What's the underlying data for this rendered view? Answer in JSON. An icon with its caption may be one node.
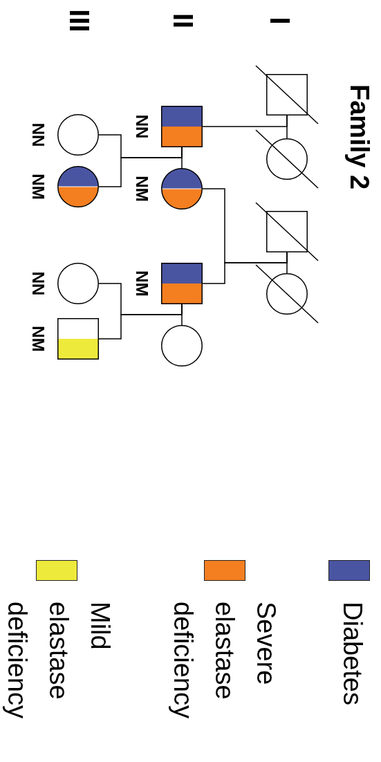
{
  "diagram": {
    "title": "Family 2",
    "nodes": [
      {
        "text": [],
        "shape": "box"
      },
      {
        "text": [],
        "shape": "circle"
      },
      {
        "text": [],
        "shape": "box"
      },
      {
        "text": [],
        "shape": "circle"
      },
      {
        "text": [],
        "shape": "box",
        "beside": [
          "NN"
        ]
      },
      {
        "text": [],
        "shape": "circle",
        "beside": [
          "NM"
        ]
      },
      {
        "text": [],
        "shape": "box",
        "beside": [
          "NM"
        ]
      },
      {
        "text": [],
        "shape": "circle"
      },
      {
        "text": [],
        "shape": "circle",
        "beside": [
          "NN"
        ]
      },
      {
        "text": [],
        "shape": "circle",
        "beside": [
          "NM"
        ]
      },
      {
        "text": [],
        "shape": "circle",
        "beside": [
          "NN"
        ]
      },
      {
        "text": [],
        "shape": "box",
        "beside": [
          "NM"
        ]
      }
    ],
    "edges": [
      {
        "from": 0,
        "to": 1,
        "arrow": "none"
      },
      {
        "from": 0,
        "to": 4,
        "arrow": "none"
      },
      {
        "from": 2,
        "to": 3,
        "arrow": "none"
      },
      {
        "from": 2,
        "to": 5,
        "arrow": "none"
      },
      {
        "from": 2,
        "to": 6,
        "arrow": "none"
      },
      {
        "from": 4,
        "to": 5,
        "arrow": "none"
      },
      {
        "from": 6,
        "to": 7,
        "arrow": "none"
      },
      {
        "from": 4,
        "to": 8,
        "arrow": "none"
      },
      {
        "from": 4,
        "to": 9,
        "arrow": "none"
      },
      {
        "from": 6,
        "to": 10,
        "arrow": "none"
      },
      {
        "from": 6,
        "to": 11,
        "arrow": "none"
      }
    ],
    "labels": [
      "I",
      "II",
      "III"
    ],
    "legend": [
      {
        "text": "Diabetes",
        "color": "#4a55a2"
      },
      {
        "text": "Severe elastase deficiency",
        "color": "#f47f20"
      },
      {
        "text": "Mild elastase deficiency",
        "color": "#eeea3c"
      }
    ]
  }
}
